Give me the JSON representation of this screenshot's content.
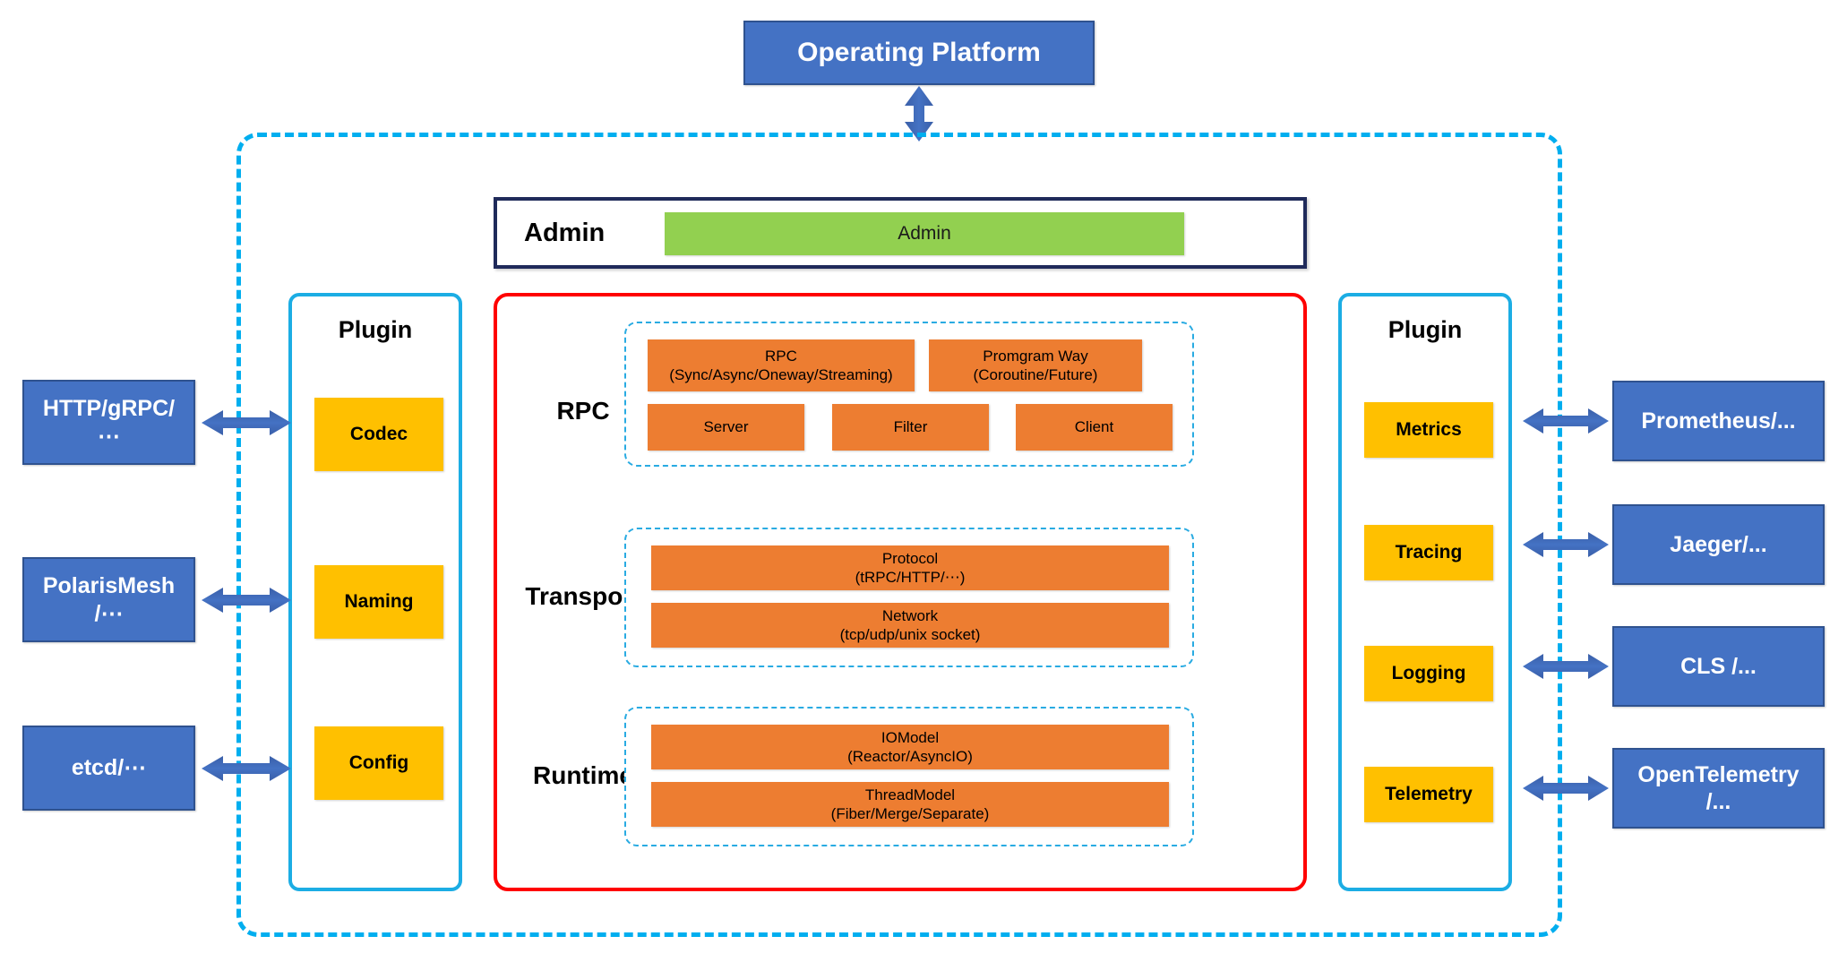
{
  "top": {
    "operating_platform": "Operating Platform"
  },
  "admin": {
    "label": "Admin",
    "inner_label": "Admin"
  },
  "core": {
    "layers": [
      {
        "label": "RPC",
        "tiles": [
          {
            "title": "RPC",
            "sub": "(Sync/Async/Oneway/Streaming)"
          },
          {
            "title": "Promgram Way",
            "sub": "(Coroutine/Future)"
          },
          {
            "title": "Server",
            "sub": ""
          },
          {
            "title": "Filter",
            "sub": ""
          },
          {
            "title": "Client",
            "sub": ""
          }
        ]
      },
      {
        "label": "Transport",
        "tiles": [
          {
            "title": "Protocol",
            "sub": "(tRPC/HTTP/⋯)"
          },
          {
            "title": "Network",
            "sub": "(tcp/udp/unix socket)"
          }
        ]
      },
      {
        "label": "Runtime",
        "tiles": [
          {
            "title": "IOModel",
            "sub": "(Reactor/AsyncIO)"
          },
          {
            "title": "ThreadModel",
            "sub": "(Fiber/Merge/Separate)"
          }
        ]
      }
    ]
  },
  "plugin_left": {
    "title": "Plugin",
    "items": [
      {
        "label": "Codec"
      },
      {
        "label": "Naming"
      },
      {
        "label": "Config"
      }
    ]
  },
  "plugin_right": {
    "title": "Plugin",
    "items": [
      {
        "label": "Metrics"
      },
      {
        "label": "Tracing"
      },
      {
        "label": "Logging"
      },
      {
        "label": "Telemetry"
      }
    ]
  },
  "external_left": [
    {
      "line1": "HTTP/gRPC/",
      "line2": "⋯"
    },
    {
      "line1": "PolarisMesh",
      "line2": "/⋯"
    },
    {
      "line1": "etcd/⋯",
      "line2": ""
    }
  ],
  "external_right": [
    {
      "line1": "Prometheus/...",
      "line2": ""
    },
    {
      "line1": "Jaeger/...",
      "line2": ""
    },
    {
      "line1": "CLS /...",
      "line2": ""
    },
    {
      "line1": "OpenTelemetry",
      "line2": "/..."
    }
  ],
  "colors": {
    "blue_box": "#4472C4",
    "blue_box_border": "#2F528F",
    "boundary_dashed": "#00AEEF",
    "core_border": "#FF0000",
    "admin_border": "#1F2A5A",
    "admin_inner": "#92D050",
    "orange_tile": "#ED7D31",
    "plugin_tile": "#FFC000",
    "plugin_border": "#1CADE4",
    "arrow": "#4472C4"
  }
}
